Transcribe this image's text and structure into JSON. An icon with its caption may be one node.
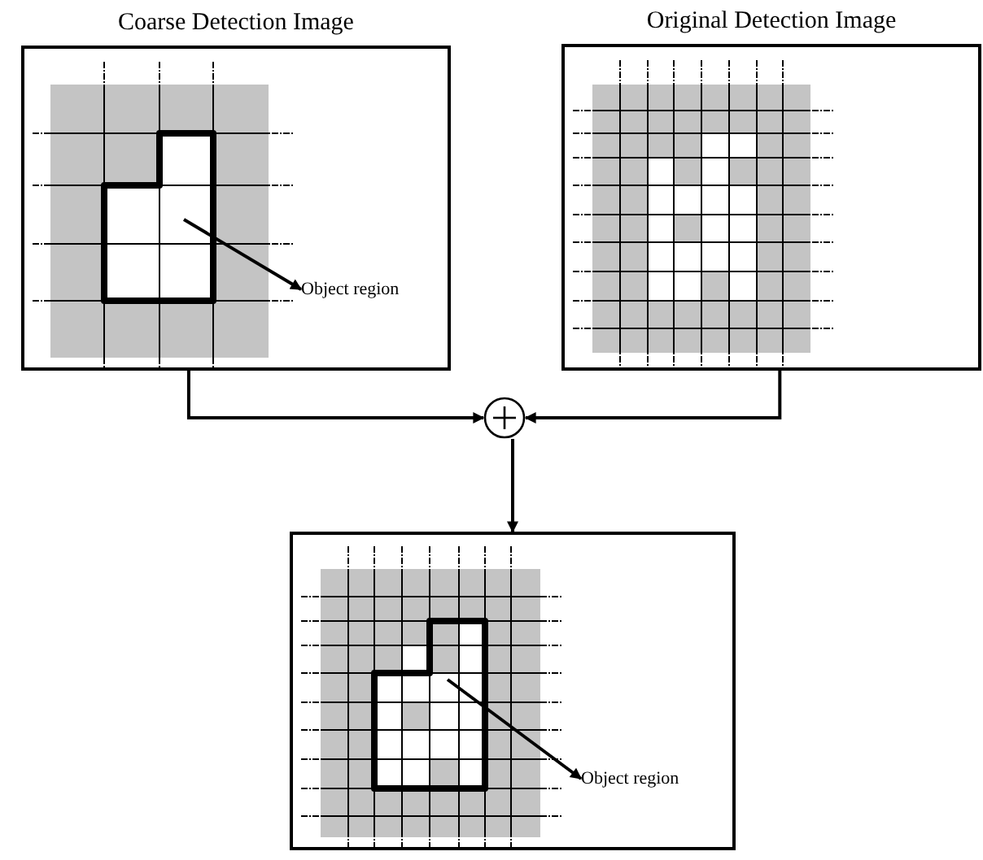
{
  "diagram": {
    "nodes": [
      {
        "text": [
          "Coarse Detection Image"
        ]
      },
      {
        "text": [
          "Object region"
        ],
        "in": 0
      },
      {
        "text": [
          "Original Detection Image"
        ]
      },
      {
        "text": [],
        "shape": "circle"
      },
      {
        "text": [],
        "shape": "box"
      },
      {
        "text": [
          "Object region"
        ],
        "in": 4
      }
    ],
    "edges": [
      {
        "from": 0,
        "to": 3,
        "arrow": "to"
      },
      {
        "from": 2,
        "to": 3,
        "arrow": "to"
      },
      {
        "from": 3,
        "to": 4,
        "arrow": "to"
      },
      {
        "from": null,
        "to": 1,
        "arrow": "to"
      },
      {
        "from": null,
        "to": 5,
        "arrow": "to"
      }
    ]
  }
}
